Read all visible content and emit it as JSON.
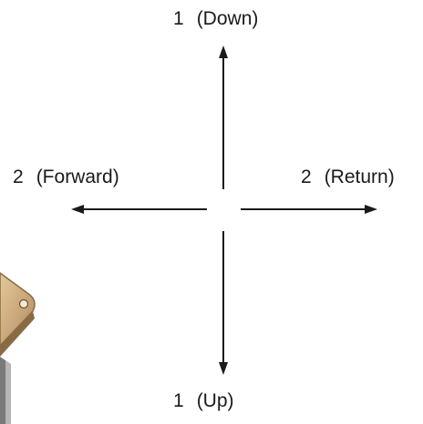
{
  "labels": {
    "top": {
      "number": "1",
      "text": "(Down)"
    },
    "bottom": {
      "number": "1",
      "text": "(Up)"
    },
    "left": {
      "number": "2",
      "text": "(Forward)"
    },
    "right": {
      "number": "2",
      "text": "(Return)"
    }
  },
  "colors": {
    "arrow": "#1a1a1a",
    "plate": "#c9a77a",
    "plate_edge": "#8a6a42",
    "background": "#ffffff"
  }
}
